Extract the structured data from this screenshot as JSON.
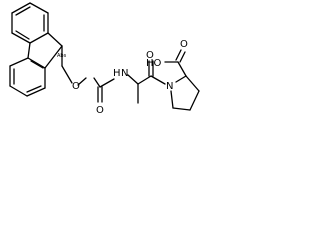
{
  "molecule": {
    "atoms": {
      "o_ester": "O",
      "o_carbonyl_carbamate": "O",
      "n_amide": "H",
      "n_amide_n": "N",
      "o_carbonyl_amide": "O",
      "n_pyrrolidine": "N",
      "acid_label": "HO",
      "o_acid": "O",
      "stereo_mark": "Abs"
    }
  }
}
